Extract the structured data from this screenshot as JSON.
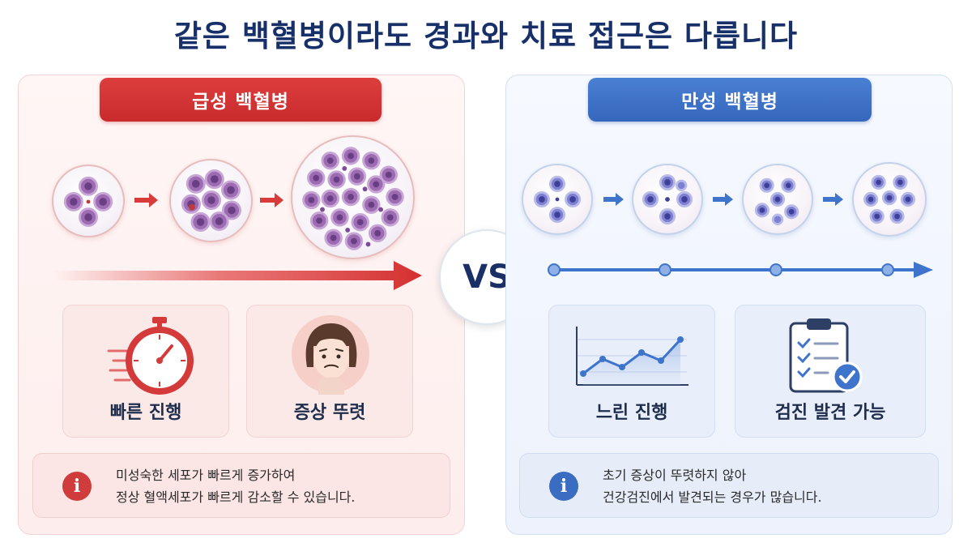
{
  "title": "같은 백혈병이라도 경과와 치료 접근은 다릅니다",
  "vs_label": "VS",
  "acute": {
    "heading": "급성 백혈병",
    "cards": [
      {
        "label": "빠른 진행",
        "icon": "stopwatch-icon"
      },
      {
        "label": "증상 뚜렷",
        "icon": "worried-face-icon"
      }
    ],
    "note_lines": [
      "미성숙한 세포가 빠르게 증가하여",
      "정상 혈액세포가 빠르게 감소할 수 있습니다."
    ],
    "color": "#d03b3b"
  },
  "chronic": {
    "heading": "만성 백혈병",
    "cards": [
      {
        "label": "느린 진행",
        "icon": "line-chart-icon"
      },
      {
        "label": "검진 발견 가능",
        "icon": "clipboard-check-icon"
      }
    ],
    "note_lines": [
      "초기 증상이 뚜렷하지 않아",
      "건강검진에서 발견되는 경우가 많습니다."
    ],
    "color": "#3a6cc1"
  }
}
